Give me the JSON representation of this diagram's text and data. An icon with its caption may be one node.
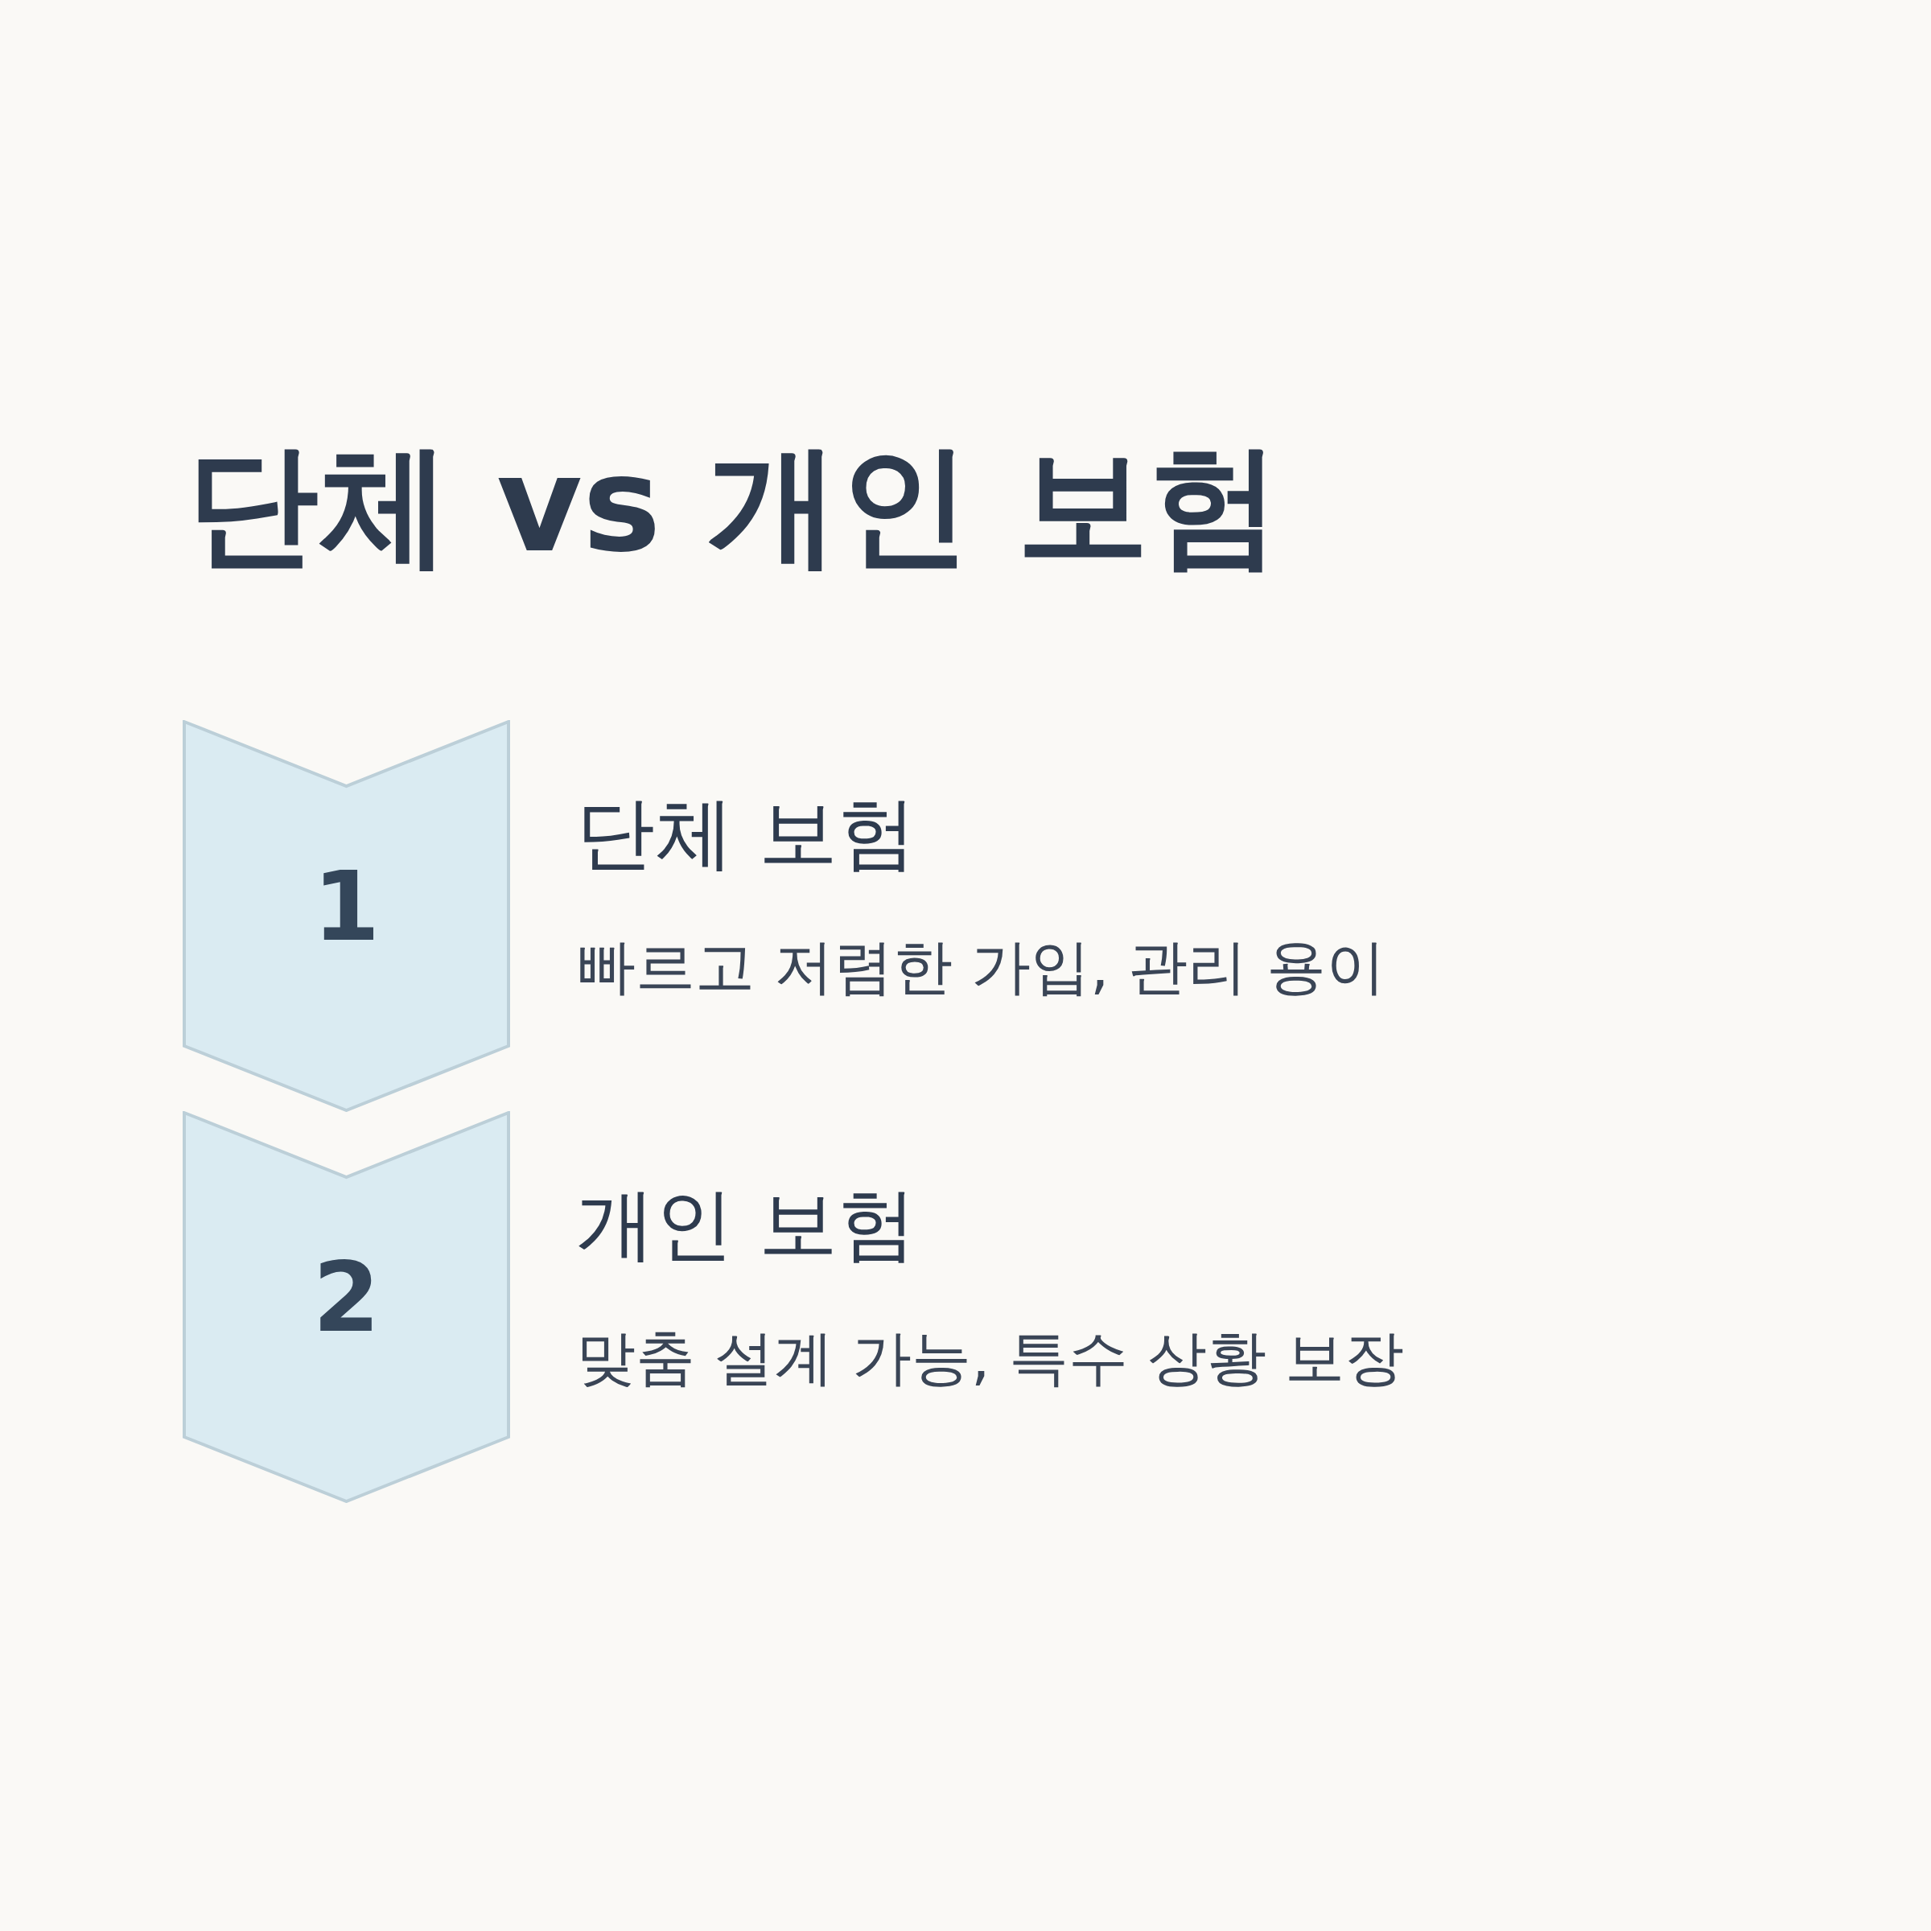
{
  "diagram": {
    "title": "단체 vs 개인 보험",
    "nodes": [
      {
        "text": [
          "1"
        ],
        "beside": [
          "단체 보험",
          "빠르고 저렴한 가입, 관리 용이"
        ]
      },
      {
        "text": [
          "2"
        ],
        "beside": [
          "개인 보험",
          "맞춤 설계 가능, 특수 상황 보장"
        ]
      }
    ]
  }
}
